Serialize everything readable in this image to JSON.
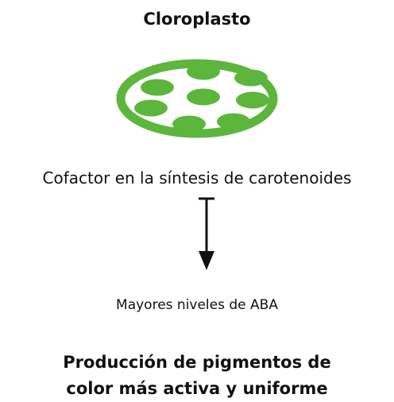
{
  "title": "Cloroplasto",
  "cofactor_label": "Cofactor en la síntesis de carotenoides",
  "effect_label": "Mayores niveles de ABA",
  "result_line1": "Producción de pigmentos de",
  "result_line2": "color más activa y uniforme",
  "colors": {
    "chloroplast_green": "#5cb63b",
    "arrow": "#111111"
  },
  "icons": {
    "chloroplast": "chloroplast-icon",
    "arrow": "down-arrow-icon"
  }
}
